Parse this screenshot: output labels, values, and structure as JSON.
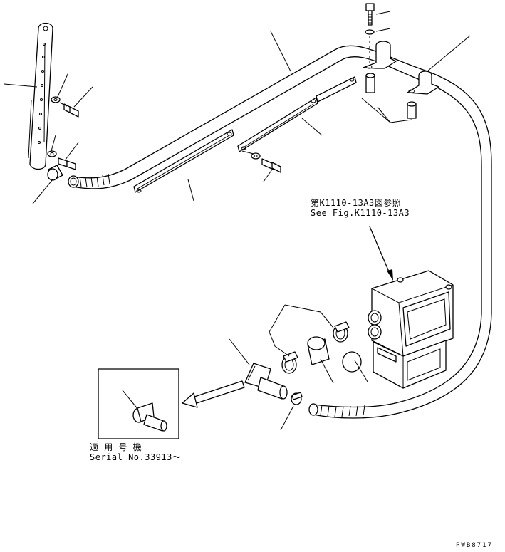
{
  "reference_note": {
    "line_jp": "第K1110-13A3図参照",
    "line_en": "See Fig.K1110-13A3"
  },
  "serial_note": {
    "line_jp": "適 用 号 機",
    "line_en": "Serial No.33913～"
  },
  "drawing_code": "PWB8717"
}
